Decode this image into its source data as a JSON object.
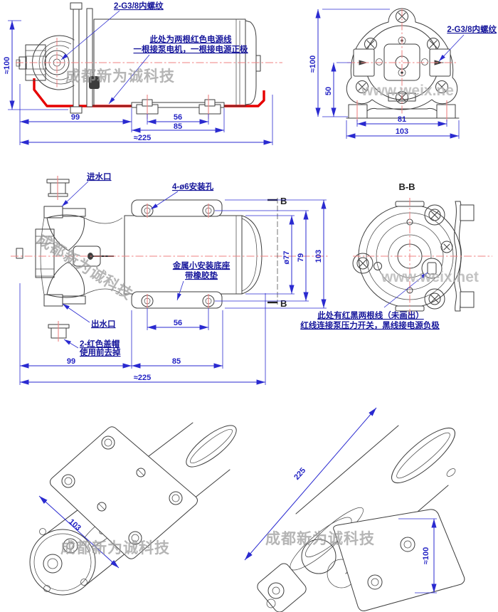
{
  "colors": {
    "line": "#3d3d3d",
    "dimension": "#2a2ad0",
    "annotation": "#16169b",
    "centerline": "#ef8080",
    "highlight_red": "#e60000",
    "watermark_gray": "#999999",
    "background": "#ffffff"
  },
  "views": {
    "side": {
      "thread_label": "2-G3/8内螺纹",
      "wire_note_1": "此处为两根红色电源线",
      "wire_note_2": "一根接泵电机，一根接电源正极",
      "dim_height": "≈100",
      "dim_99": "99",
      "dim_56": "56",
      "dim_85": "85",
      "dim_total": "≈225"
    },
    "front": {
      "thread_label": "2-G3/8内螺纹",
      "dim_height": "≈100",
      "dim_50": "50",
      "dim_81": "81",
      "dim_103": "103"
    },
    "top": {
      "inlet_label": "进水口",
      "outlet_label": "出水口",
      "holes_label": "4-ø6安装孔",
      "base_label_1": "金属小安装底座",
      "base_label_2": "带橡胶垫",
      "cap_label_1": "2-红色盖帽",
      "cap_label_2": "使用前去掉",
      "section_letter": "B",
      "dim_56": "56",
      "dim_99": "99",
      "dim_85": "85",
      "dim_total": "≈225",
      "dim_dia": "ø77",
      "dim_79": "79",
      "dim_103": "103"
    },
    "section": {
      "title": "B-B",
      "note_1": "此处有红黑两根线（未画出）",
      "note_2": "红线连接泵压力开关，黑线接电源负极"
    },
    "iso_left": {
      "dim_103": "103"
    },
    "iso_right": {
      "dim_225": "225",
      "dim_height": "≈100"
    }
  },
  "watermarks": {
    "company": "成都新为诚科技",
    "site": "www.weix.net",
    "site_partial": "www.weix.ne"
  }
}
